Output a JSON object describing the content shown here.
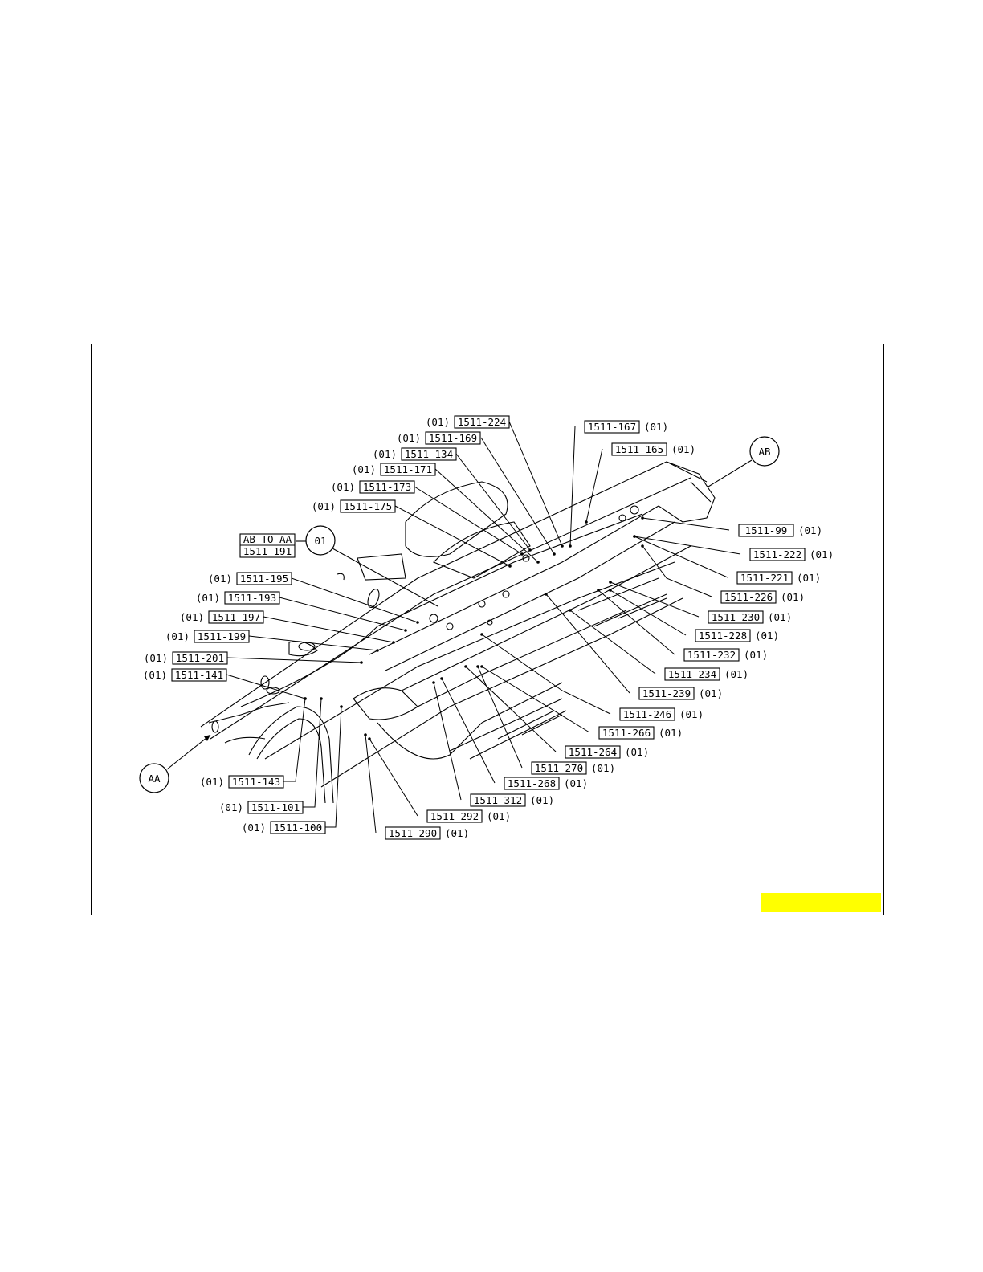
{
  "diagram": {
    "ref_AA": "AA",
    "ref_AB": "AB",
    "ref_01": "01",
    "view_box_line1": "AB TO AA",
    "view_box_line2": "1511-191",
    "suffix": "(01)",
    "labels": [
      {
        "id": "1511-224",
        "prefix": "(01)"
      },
      {
        "id": "1511-169",
        "prefix": "(01)"
      },
      {
        "id": "1511-134",
        "prefix": "(01)"
      },
      {
        "id": "1511-171",
        "prefix": "(01)"
      },
      {
        "id": "1511-173",
        "prefix": "(01)"
      },
      {
        "id": "1511-175",
        "prefix": "(01)"
      },
      {
        "id": "1511-167",
        "suffix": "(01)"
      },
      {
        "id": "1511-165",
        "suffix": "(01)"
      },
      {
        "id": "1511-99",
        "suffix": "(01)"
      },
      {
        "id": "1511-222",
        "suffix": "(01)"
      },
      {
        "id": "1511-221",
        "suffix": "(01)"
      },
      {
        "id": "1511-226",
        "suffix": "(01)"
      },
      {
        "id": "1511-230",
        "suffix": "(01)"
      },
      {
        "id": "1511-228",
        "suffix": "(01)"
      },
      {
        "id": "1511-232",
        "suffix": "(01)"
      },
      {
        "id": "1511-234",
        "suffix": "(01)"
      },
      {
        "id": "1511-239",
        "suffix": "(01)"
      },
      {
        "id": "1511-246",
        "suffix": "(01)"
      },
      {
        "id": "1511-266",
        "suffix": "(01)"
      },
      {
        "id": "1511-264",
        "suffix": "(01)"
      },
      {
        "id": "1511-270",
        "suffix": "(01)"
      },
      {
        "id": "1511-268",
        "suffix": "(01)"
      },
      {
        "id": "1511-312",
        "suffix": "(01)"
      },
      {
        "id": "1511-292",
        "suffix": "(01)"
      },
      {
        "id": "1511-290",
        "suffix": "(01)"
      },
      {
        "id": "1511-195",
        "prefix": "(01)"
      },
      {
        "id": "1511-193",
        "prefix": "(01)"
      },
      {
        "id": "1511-197",
        "prefix": "(01)"
      },
      {
        "id": "1511-199",
        "prefix": "(01)"
      },
      {
        "id": "1511-201",
        "prefix": "(01)"
      },
      {
        "id": "1511-141",
        "prefix": "(01)"
      },
      {
        "id": "1511-143",
        "prefix": "(01)"
      },
      {
        "id": "1511-101",
        "prefix": "(01)"
      },
      {
        "id": "1511-100",
        "prefix": "(01)"
      }
    ],
    "highlight_color": "#ffff00"
  }
}
